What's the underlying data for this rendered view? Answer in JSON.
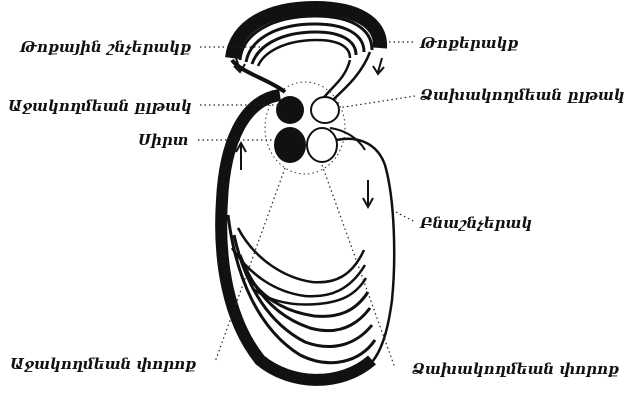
{
  "labels": {
    "pulmonary_arteries": "Թոքային շնչերակք",
    "pulmonary_veins": "Թոքերակք",
    "right_atrium": "Աջակողմեան ըլթակ",
    "left_atrium": "Ձախակողմեան ըլթակ",
    "heart": "Սիրտ",
    "aorta": "Բնաշնչերակ",
    "right_ventricle": "Աջակողմեան փորոք",
    "left_ventricle": "Ձախակողմեան փորոք"
  },
  "colors": {
    "ink": "#111111",
    "background": "#ffffff"
  }
}
